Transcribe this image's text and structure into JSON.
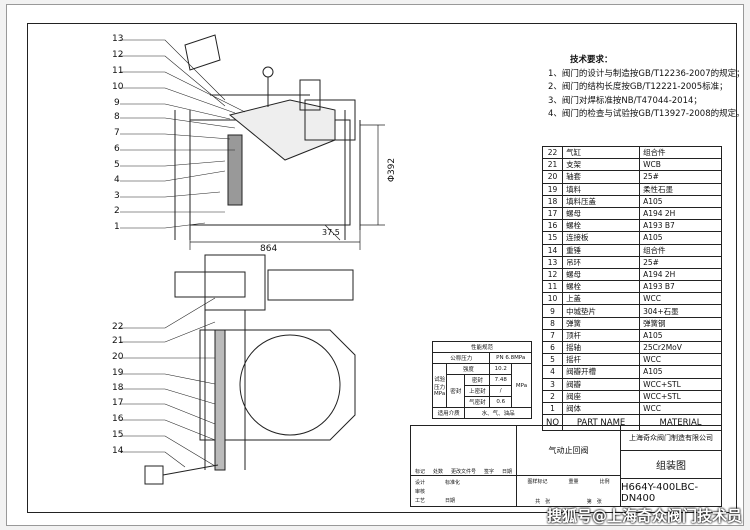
{
  "requirements": {
    "title": "技术要求：",
    "items": [
      "1、阀门的设计与制造按GB/T12236-2007的规定；",
      "2、阀门的结构长度按GB/T12221-2005标准；",
      "3、阀门对焊标准按NB/T47044-2014；",
      "4、阀门的检查与试验按GB/T13927-2008的规定。"
    ]
  },
  "parts": [
    {
      "no": "22",
      "name": "气缸",
      "material": "组合件"
    },
    {
      "no": "21",
      "name": "支架",
      "material": "WCB"
    },
    {
      "no": "20",
      "name": "轴套",
      "material": "25#"
    },
    {
      "no": "19",
      "name": "填料",
      "material": "柔性石墨"
    },
    {
      "no": "18",
      "name": "填料压盖",
      "material": "A105"
    },
    {
      "no": "17",
      "name": "螺母",
      "material": "A194 2H"
    },
    {
      "no": "16",
      "name": "螺栓",
      "material": "A193 B7"
    },
    {
      "no": "15",
      "name": "连接板",
      "material": "A105"
    },
    {
      "no": "14",
      "name": "重锤",
      "material": "组合件"
    },
    {
      "no": "13",
      "name": "吊环",
      "material": "25#"
    },
    {
      "no": "12",
      "name": "螺母",
      "material": "A194 2H"
    },
    {
      "no": "11",
      "name": "螺栓",
      "material": "A193 B7"
    },
    {
      "no": "10",
      "name": "上盖",
      "material": "WCC"
    },
    {
      "no": "9",
      "name": "中城垫片",
      "material": "304+石墨"
    },
    {
      "no": "8",
      "name": "弹簧",
      "material": "弹簧钢"
    },
    {
      "no": "7",
      "name": "顶杆",
      "material": "A105"
    },
    {
      "no": "6",
      "name": "摇轴",
      "material": "25Cr2MoV"
    },
    {
      "no": "5",
      "name": "摇杆",
      "material": "WCC"
    },
    {
      "no": "4",
      "name": "阀瓣开槽",
      "material": "A105"
    },
    {
      "no": "3",
      "name": "阀瓣",
      "material": "WCC+STL"
    },
    {
      "no": "2",
      "name": "阀座",
      "material": "WCC+STL"
    },
    {
      "no": "1",
      "name": "阀体",
      "material": "WCC"
    }
  ],
  "parts_header": {
    "no": "NO",
    "name": "PART NAME",
    "material": "MATERIAL"
  },
  "performance": {
    "title": "性能规范",
    "nominal_label": "公称压力",
    "nominal_value": "PN 6.8MPa",
    "test_label": "试验压力MPa",
    "strength_label": "强度",
    "strength_value": "10.2",
    "seal_label": "密封",
    "seal_value": "7.48",
    "upper_seal_label": "上密封",
    "upper_seal_value": "/",
    "air_seal_label": "气密封",
    "air_seal_value": "0.6",
    "unit": "MPa",
    "medium_label": "适用介质",
    "medium_value": "水、气、油品"
  },
  "title_block": {
    "product": "气动止回阀",
    "company": "上海奇众阀门制造有限公司",
    "drawing_type": "组装图",
    "model": "H664Y-400LBC-DN400",
    "rev_headers": [
      "标记",
      "处数",
      "更改文件号",
      "签字",
      "日期"
    ],
    "design": "设计",
    "standard": "标准化",
    "check": "审核",
    "process": "工艺",
    "date": "日期",
    "stage": "图样标记",
    "weight": "重量",
    "scale": "比例",
    "sheets": "共　张",
    "sheet": "第　张"
  },
  "dimensions": {
    "length": "864",
    "diameter": "Φ392",
    "angle": "37.5"
  },
  "labels_top": [
    "13",
    "12",
    "11",
    "10",
    "9",
    "8",
    "7",
    "6",
    "5",
    "4",
    "3",
    "2",
    "1"
  ],
  "labels_bottom": [
    "22",
    "21",
    "20",
    "19",
    "18",
    "17",
    "16",
    "15",
    "14"
  ],
  "watermark": "搜狐号@上海奇众阀门技术员"
}
